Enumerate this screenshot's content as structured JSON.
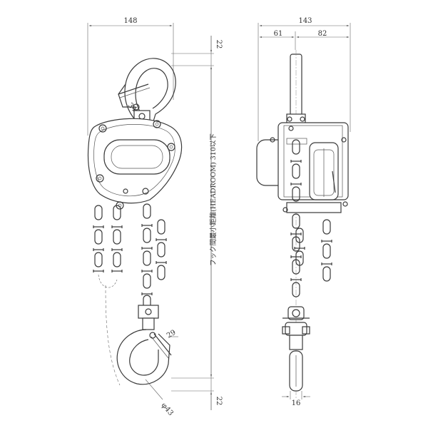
{
  "front_view": {
    "overall_width": "148",
    "top_hook_throat": "34",
    "bottom_hook_throat": "29",
    "bottom_hook_dia": "φ43",
    "top_margin": "22",
    "bottom_margin": "22",
    "headroom_label": "フック間最小距離(HEADROOM) 310以下"
  },
  "side_view": {
    "overall_width": "143",
    "left_width": "61",
    "right_width": "82",
    "hook_thickness": "16"
  }
}
